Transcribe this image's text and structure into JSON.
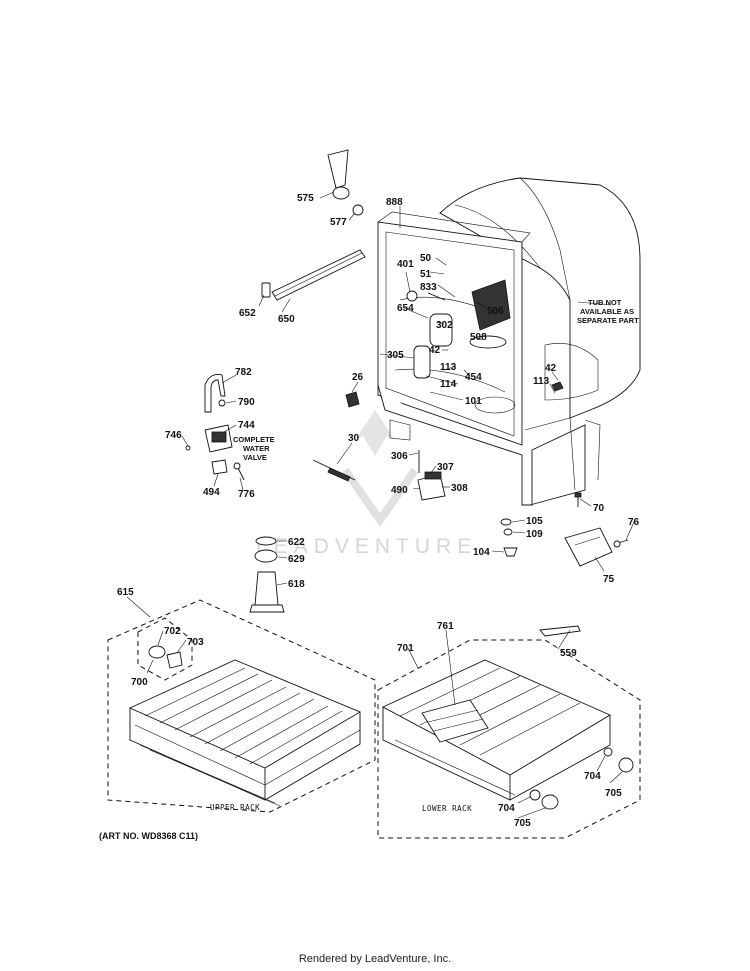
{
  "watermark": "LEADVENTURE",
  "notes": {
    "tub_line1": "TUB NOT",
    "tub_line2": "AVAILABLE AS",
    "tub_line3": "SEPARATE PART",
    "valve_line1": "COMPLETE",
    "valve_line2": "WATER",
    "valve_line3": "VALVE"
  },
  "racks": {
    "upper": "UPPER RACK",
    "lower": "LOWER RACK"
  },
  "art_number": "(ART NO. WD8368 C11)",
  "footer": "Rendered by LeadVenture, Inc.",
  "callouts": [
    "575",
    "577",
    "888",
    "652",
    "650",
    "50",
    "51",
    "401",
    "833",
    "654",
    "506",
    "302",
    "508",
    "42",
    "305",
    "113",
    "454",
    "114",
    "26",
    "101",
    "42",
    "113",
    "782",
    "790",
    "744",
    "746",
    "494",
    "776",
    "30",
    "306",
    "307",
    "490",
    "308",
    "70",
    "105",
    "109",
    "76",
    "104",
    "75",
    "622",
    "629",
    "618",
    "615",
    "702",
    "703",
    "700",
    "701",
    "761",
    "559",
    "704",
    "705",
    "704",
    "705"
  ]
}
